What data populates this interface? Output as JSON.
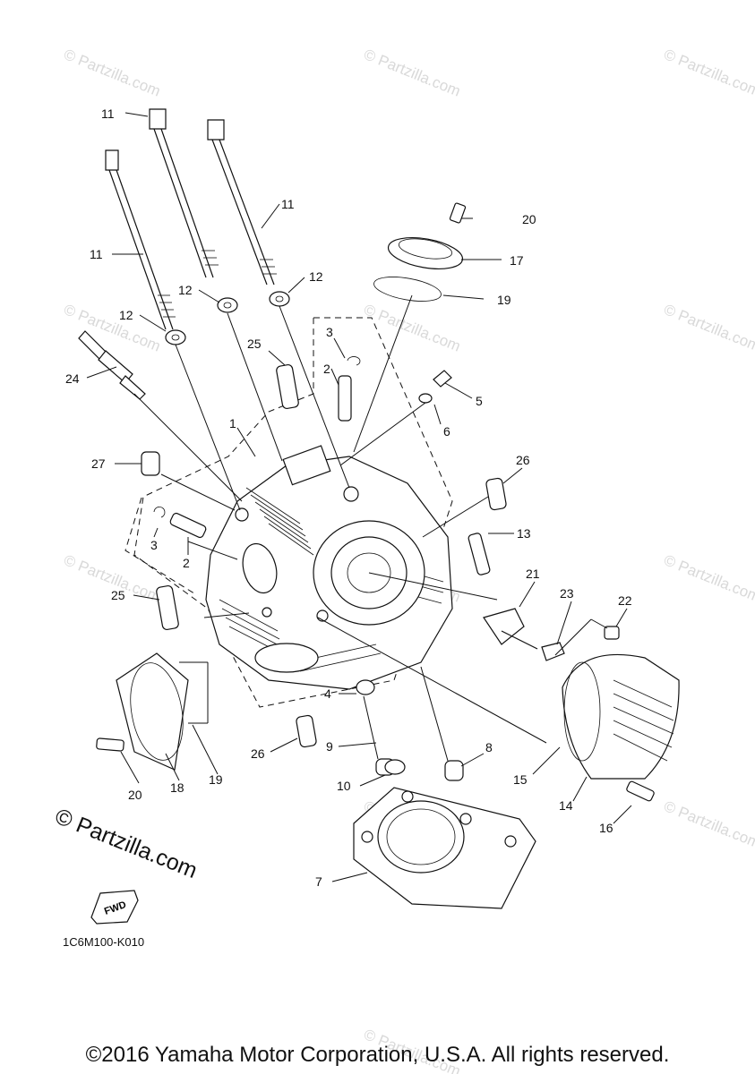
{
  "watermark": "© Partzilla.com",
  "diagram_code": "1C6M100-K010",
  "fwd_label": "FWD",
  "copyright": "©2016 Yamaha Motor Corporation, U.S.A. All rights reserved.",
  "callouts": {
    "p1": "1",
    "p2a": "2",
    "p2b": "2",
    "p3a": "3",
    "p3b": "3",
    "p4": "4",
    "p5": "5",
    "p6": "6",
    "p7": "7",
    "p8": "8",
    "p9": "9",
    "p10": "10",
    "p11a": "11",
    "p11b": "11",
    "p11c": "11",
    "p12a": "12",
    "p12b": "12",
    "p12c": "12",
    "p13": "13",
    "p14": "14",
    "p15": "15",
    "p16": "16",
    "p17": "17",
    "p18": "18",
    "p19a": "19",
    "p19b": "19",
    "p20a": "20",
    "p20b": "20",
    "p21": "21",
    "p22": "22",
    "p23": "23",
    "p24": "24",
    "p25a": "25",
    "p25b": "25",
    "p26a": "26",
    "p26b": "26",
    "p27": "27"
  }
}
